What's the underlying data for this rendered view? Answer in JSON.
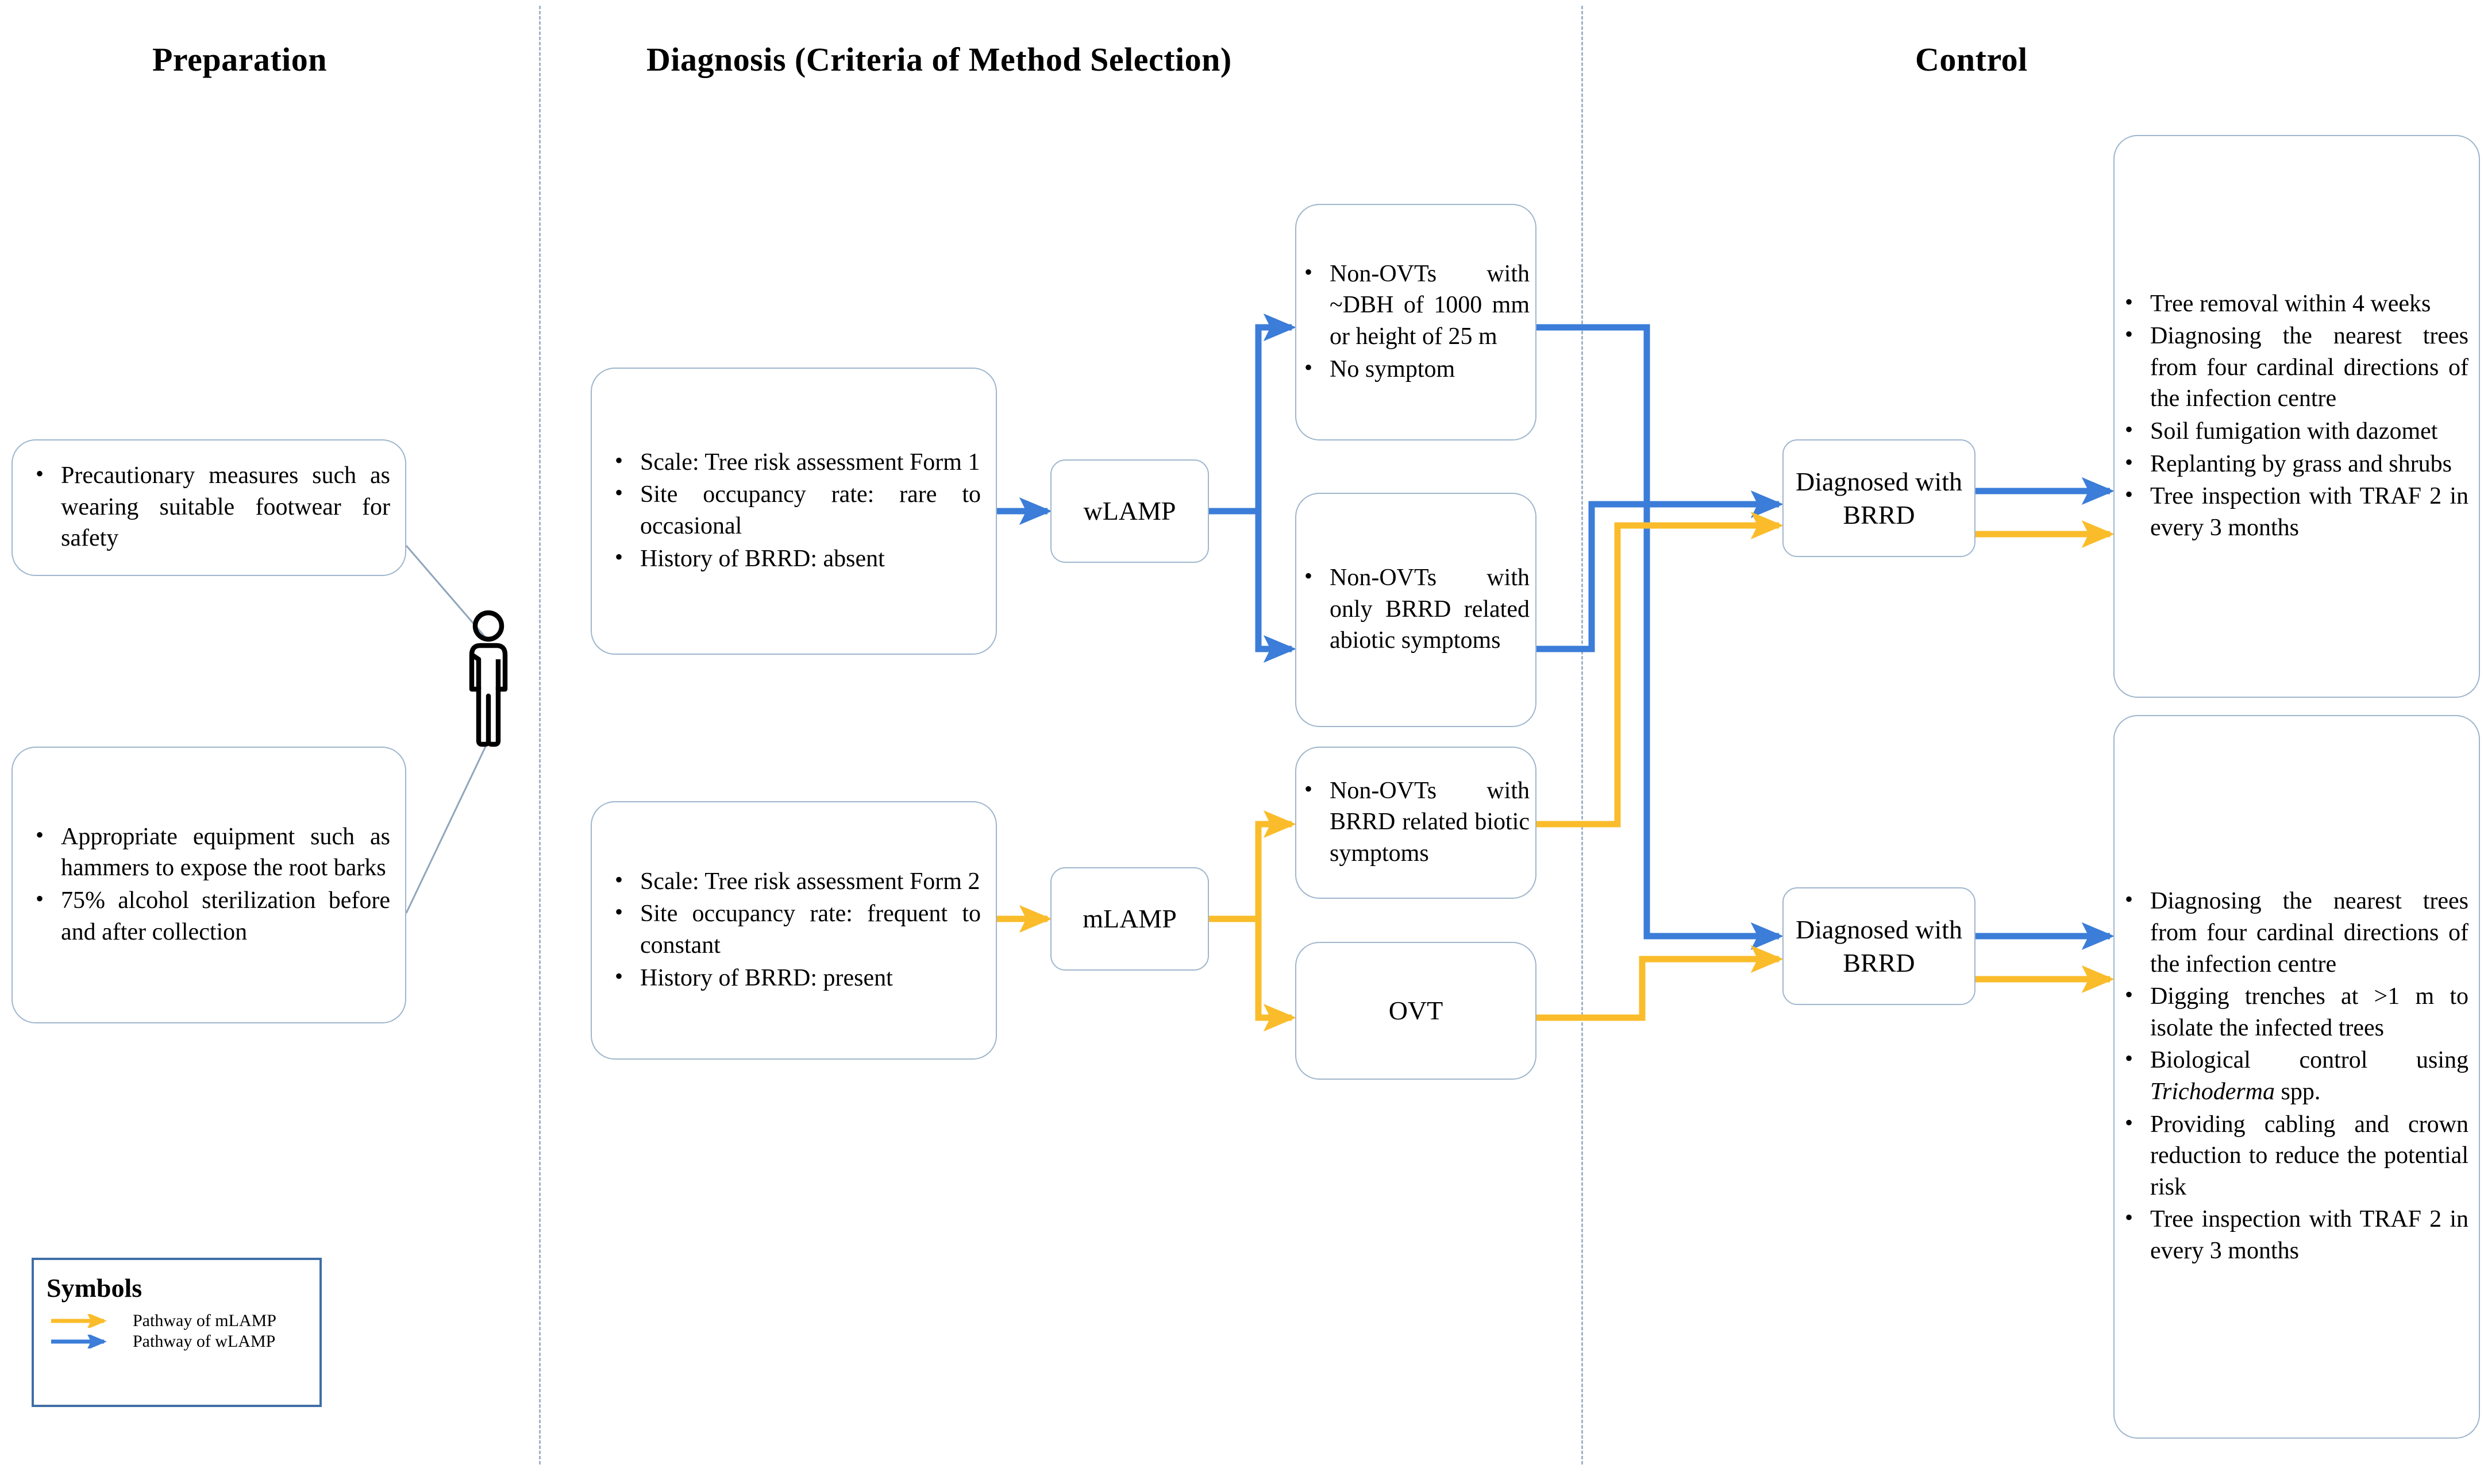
{
  "columns": [
    {
      "id": "preparation",
      "title": "Preparation"
    },
    {
      "id": "diagnosis",
      "title": "Diagnosis (Criteria of Method Selection)"
    },
    {
      "id": "control",
      "title": "Control"
    }
  ],
  "colors": {
    "mlamp_pathway": "#FABC2A",
    "wlamp_pathway": "#3B7DD8",
    "box_border": "#9FB6CD",
    "divider": "#9FB3C8",
    "legend_border": "#3F6EA5",
    "text": "#000000"
  },
  "preparation": {
    "boxes": [
      {
        "name": "precautionary-measures-box",
        "items": [
          "Precautionary measures such as wearing suitable footwear for safety"
        ]
      },
      {
        "name": "equipment-box",
        "items": [
          "Appropriate equipment such as hammers to expose the root barks",
          "75% alcohol sterilization before and after collection"
        ]
      }
    ],
    "actor_icon": "person-icon"
  },
  "diagnosis": {
    "criteria_boxes": [
      {
        "name": "criteria-wlamp-box",
        "items": [
          "Scale: Tree risk assessment Form 1",
          "Site occupancy rate: rare to occasional",
          "History of BRRD: absent"
        ]
      },
      {
        "name": "criteria-mlamp-box",
        "items": [
          "Scale: Tree risk assessment Form 2",
          "Site occupancy rate: frequent to constant",
          "History of BRRD: present"
        ]
      }
    ],
    "methods": [
      {
        "name": "wlamp-box",
        "label": "wLAMP"
      },
      {
        "name": "mlamp-box",
        "label": "mLAMP"
      }
    ],
    "outcome_boxes": [
      {
        "name": "outcome-non-ovt-large-box",
        "items": [
          "Non-OVTs with ~DBH of 1000 mm or height of 25 m",
          "No symptom"
        ]
      },
      {
        "name": "outcome-non-ovt-abiotic-box",
        "items": [
          "Non-OVTs with only BRRD related abiotic symptoms"
        ]
      },
      {
        "name": "outcome-non-ovt-biotic-box",
        "items": [
          "Non-OVTs with BRRD related biotic symptoms"
        ]
      },
      {
        "name": "outcome-ovt-box",
        "label": "OVT",
        "items": []
      }
    ]
  },
  "control": {
    "diagnosed_boxes": [
      {
        "name": "diagnosed-brrd-top-box",
        "label": "Diagnosed with BRRD"
      },
      {
        "name": "diagnosed-brrd-bottom-box",
        "label": "Diagnosed with BRRD"
      }
    ],
    "action_boxes": [
      {
        "name": "control-actions-top-box",
        "items": [
          {
            "text": "Tree removal within 4 weeks"
          },
          {
            "text": "Diagnosing the nearest trees from four cardinal directions of the infection centre"
          },
          {
            "text": "Soil fumigation with dazomet"
          },
          {
            "text": "Replanting by grass and shrubs"
          },
          {
            "text": "Tree inspection with TRAF 2 in every 3 months"
          }
        ]
      },
      {
        "name": "control-actions-bottom-box",
        "items": [
          {
            "text": "Diagnosing the nearest trees from four cardinal directions of the infection centre"
          },
          {
            "text": "Digging trenches at >1 m to isolate the infected trees"
          },
          {
            "pre": "Biological control using ",
            "italic": "Trichoderma",
            "post": " spp."
          },
          {
            "text": "Providing cabling and crown reduction to reduce the potential risk"
          },
          {
            "text": "Tree inspection with TRAF 2 in every 3 months"
          }
        ]
      }
    ]
  },
  "legend": {
    "title": "Symbols",
    "rows": [
      {
        "name": "legend-row-mlamp",
        "label": "Pathway of mLAMP",
        "color": "#FABC2A",
        "arrow_icon": "arrow-right-icon"
      },
      {
        "name": "legend-row-wlamp",
        "label": "Pathway of wLAMP",
        "color": "#3B7DD8",
        "arrow_icon": "arrow-right-icon"
      }
    ]
  }
}
